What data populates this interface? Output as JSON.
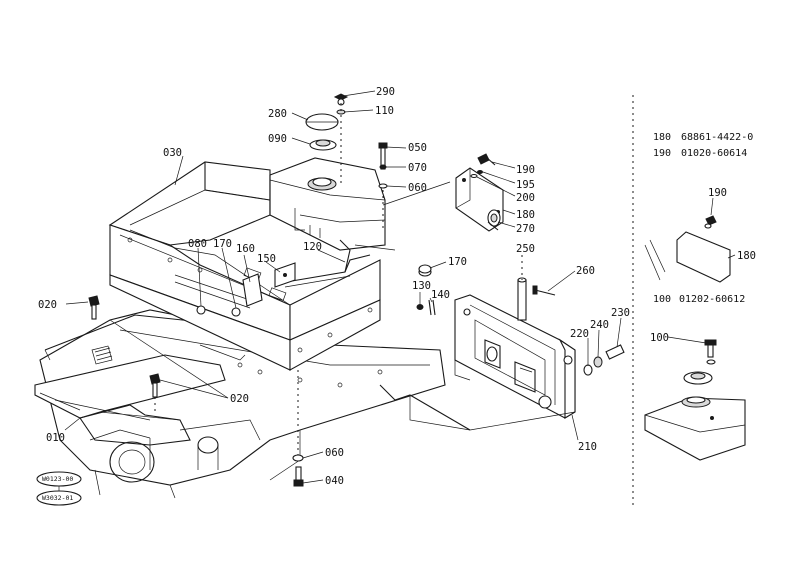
{
  "callouts": {
    "c290": "290",
    "c110": "110",
    "c280": "280",
    "c090": "090",
    "c050": "050",
    "c070": "070",
    "c060a": "060",
    "c030": "030",
    "c190a": "190",
    "c195": "195",
    "c200": "200",
    "c180a": "180",
    "c270": "270",
    "c080": "080",
    "c170a": "170",
    "c160": "160",
    "c150": "150",
    "c120": "120",
    "c170b": "170",
    "c250": "250",
    "c260": "260",
    "c130": "130",
    "c140": "140",
    "c020a": "020",
    "c230": "230",
    "c240": "240",
    "c220": "220",
    "c020b": "020",
    "c010": "010",
    "c210": "210",
    "c060b": "060",
    "c040": "040",
    "c190b": "190",
    "c180b": "180",
    "c100": "100"
  },
  "parts_table": {
    "row1_no": "180",
    "row1_part": "68861-4422-0",
    "row2_no": "190",
    "row2_part": "01020-60614",
    "row3_no": "100",
    "row3_part": "01202-60612"
  },
  "badges": {
    "top": "W0123-00",
    "bottom": "W3032-01"
  }
}
